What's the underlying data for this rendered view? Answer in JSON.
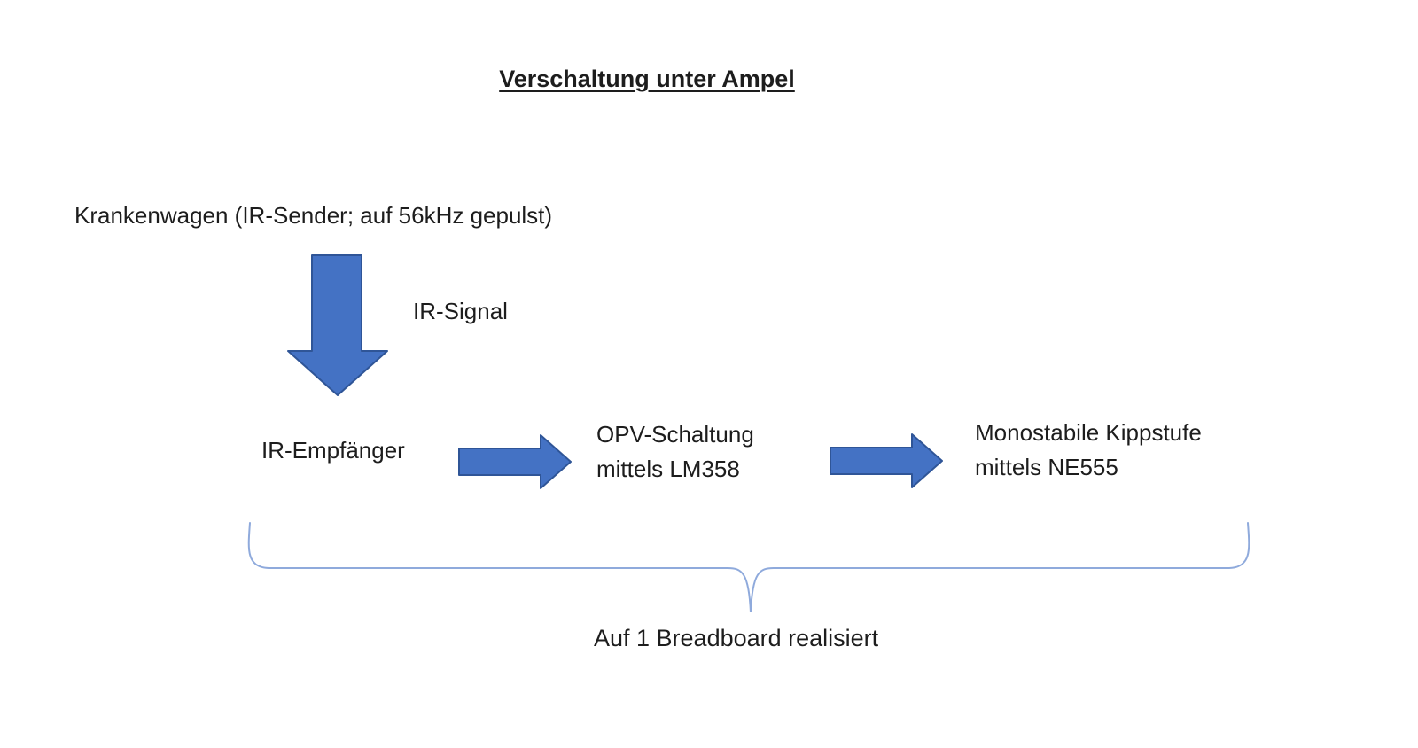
{
  "title": "Verschaltung unter Ampel",
  "nodes": {
    "sender": "Krankenwagen (IR-Sender; auf 56kHz gepulst)",
    "ir_signal": "IR-Signal",
    "receiver": "IR-Empfänger",
    "opv_line1": "OPV-Schaltung",
    "opv_line2": "mittels LM358",
    "mono_line1": "Monostabile Kippstufe",
    "mono_line2": "mittels NE555"
  },
  "brace_caption": "Auf 1 Breadboard realisiert",
  "colors": {
    "arrow_fill": "#4472C4",
    "arrow_stroke": "#2F5597",
    "brace_stroke": "#8FAADC",
    "text": "#1d1d1d"
  }
}
